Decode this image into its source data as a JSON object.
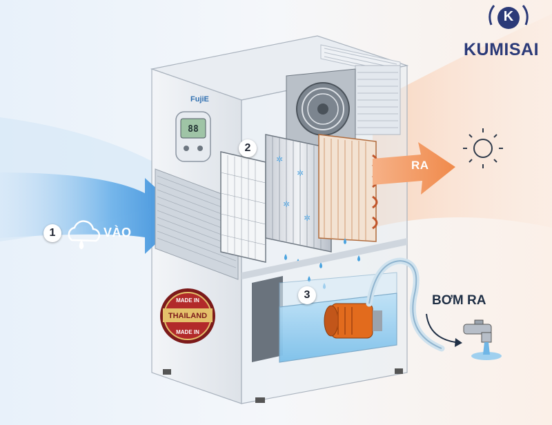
{
  "brand": {
    "name": "KUMISAI",
    "logo_letter": "K"
  },
  "device": {
    "brand": "FujiE",
    "display_value": "88"
  },
  "steps": [
    {
      "number": "1",
      "label": "VÀO",
      "icon": "cloud-rain-icon"
    },
    {
      "number": "2",
      "label": "",
      "icon": "coil-icon"
    },
    {
      "number": "3",
      "label": "",
      "icon": "pump-icon"
    }
  ],
  "outflow": {
    "label": "RA",
    "icon": "sun-icon"
  },
  "drain": {
    "label": "BƠM RA",
    "icon": "faucet-icon"
  },
  "badge": {
    "line1": "MADE IN",
    "line2": "THAILAND",
    "line3": "MADE IN"
  },
  "colors": {
    "inflow": "#3b8fd6",
    "outflow": "#f08a4b",
    "brand": "#2b3a78"
  }
}
